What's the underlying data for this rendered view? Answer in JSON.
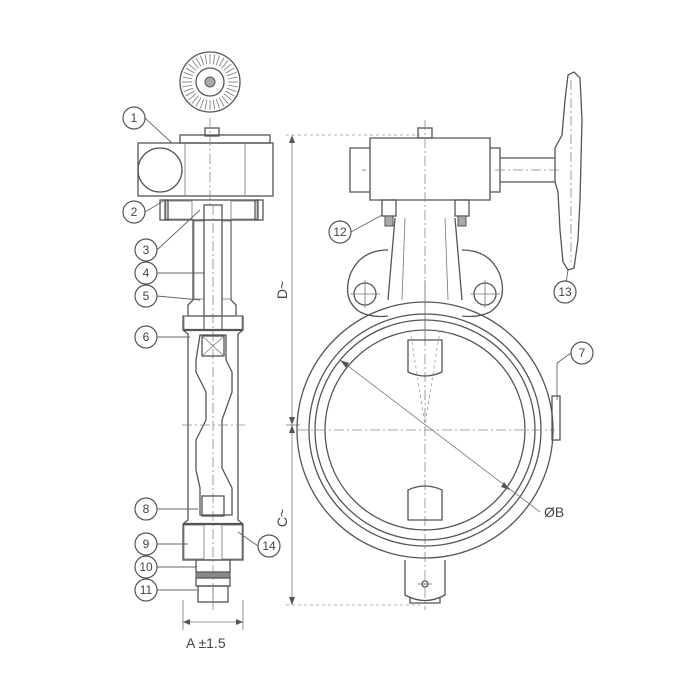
{
  "part_numbers": [
    "1",
    "2",
    "3",
    "4",
    "5",
    "6",
    "7",
    "8",
    "9",
    "10",
    "11",
    "12",
    "13",
    "14"
  ],
  "dimensions": {
    "A": "A ±1.5",
    "B": "ØB",
    "C": "C~",
    "D": "D~"
  }
}
